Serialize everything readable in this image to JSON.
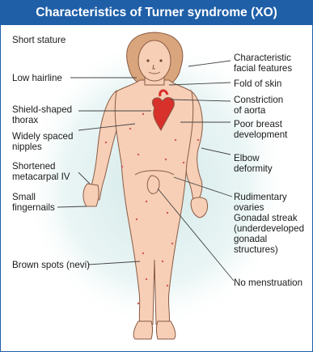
{
  "title": "Characteristics of Turner syndrome (XO)",
  "colors": {
    "banner": "#1f5fa8",
    "skin": "#f7cfb6",
    "skin_outline": "#8a5a44",
    "hair": "#d9a57c",
    "heart": "#d8302a",
    "spots": "#d05a5a",
    "halo": "#cfe6e6"
  },
  "labels": {
    "short_stature": "Short stature",
    "low_hairline": "Low hairline",
    "shield_thorax_1": "Shield-shaped",
    "shield_thorax_2": "thorax",
    "nipples_1": "Widely spaced",
    "nipples_2": "nipples",
    "metacarpal_1": "Shortened",
    "metacarpal_2": "metacarpal IV",
    "fingernails_1": "Small",
    "fingernails_2": "fingernails",
    "brown_spots": "Brown spots (nevi)",
    "facial_1": "Characteristic",
    "facial_2": "facial features",
    "fold_skin": "Fold of skin",
    "aorta_1": "Constriction",
    "aorta_2": "of aorta",
    "breast_1": "Poor breast",
    "breast_2": "development",
    "elbow_1": "Elbow",
    "elbow_2": "deformity",
    "ovaries_1": "Rudimentary",
    "ovaries_2": "ovaries",
    "ovaries_3": "Gonadal streak",
    "ovaries_4": "(underdeveloped",
    "ovaries_5": "gonadal",
    "ovaries_6": "structures)",
    "menstruation": "No menstruation"
  }
}
